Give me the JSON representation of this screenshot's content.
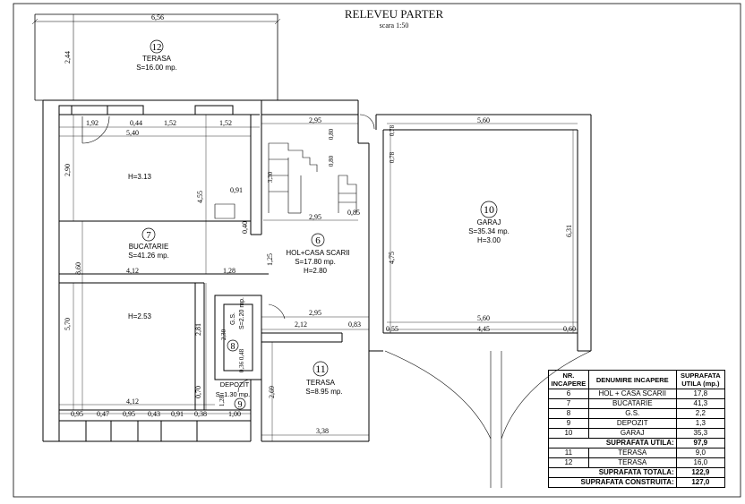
{
  "title": "RELEVEU PARTER",
  "subtitle": "scara 1:50",
  "rooms": [
    {
      "number": "12",
      "name": "TERASA",
      "area": "S=16.00 mp."
    },
    {
      "number": "7",
      "name": "BUCATARIE",
      "area": "S=41.26 mp."
    },
    {
      "number": "6",
      "name": "HOL+CASA SCARII",
      "area": "S=17.80 mp.",
      "height": "H=2.80"
    },
    {
      "number": "10",
      "name": "GARAJ",
      "area": "S=35.34 mp.",
      "height": "H=3.00"
    },
    {
      "number": "11",
      "name": "TERASA",
      "area": "S=8.95 mp."
    },
    {
      "number": "8",
      "name": "G.S.",
      "area": "S=2.20 mp."
    },
    {
      "number": "9",
      "name": "DEPOZIT",
      "area": "S=1.30 mp."
    }
  ],
  "heights": {
    "upper": "H=3.13",
    "lower": "H=2.53"
  },
  "dimensions": {
    "d656": "6,56",
    "d244": "2,44",
    "d192": "1,92",
    "d044": "0,44",
    "d152a": "1,52",
    "d152b": "1,52",
    "d540": "5,40",
    "d290": "2,90",
    "d455": "4,55",
    "d091": "0,91",
    "d040": "0,40",
    "d860": "8,60",
    "d412a": "4,12",
    "d128": "1,28",
    "d570": "5,70",
    "d281": "2,81",
    "d412b": "4,12",
    "d070": "0,70",
    "d095a": "0,95",
    "d047": "0,47",
    "d095b": "0,95",
    "d043": "0,43",
    "d091b": "0,91",
    "d038": "0,38",
    "d100": "1,00",
    "d128b": "1,28",
    "d036": "0,36",
    "d048": "0,48",
    "d230": "2,30",
    "d295a": "2,95",
    "d080a": "0,80",
    "d080b": "0,80",
    "d330": "3,30",
    "d295b": "2,95",
    "d085": "0,85",
    "d125": "1,25",
    "d295c": "2,95",
    "d212": "2,12",
    "d083": "0,83",
    "d269": "2,69",
    "d338": "3,38",
    "d078a": "0,78",
    "d078b": "0,78",
    "d560a": "5,60",
    "d475": "4,75",
    "d631": "6,31",
    "d560b": "5,60",
    "d055": "0,55",
    "d445": "4,45",
    "d060": "0,60"
  },
  "legend": {
    "headers": [
      "NR. INCAPERE",
      "DENUMIRE INCAPERE",
      "SUPRAFATA UTILA (mp.)"
    ],
    "rows": [
      {
        "nr": "6",
        "name": "HOL + CASA SCARII",
        "area": "17,8"
      },
      {
        "nr": "7",
        "name": "BUCATARIE",
        "area": "41,3"
      },
      {
        "nr": "8",
        "name": "G.S.",
        "area": "2,2"
      },
      {
        "nr": "9",
        "name": "DEPOZIT",
        "area": "1,3"
      },
      {
        "nr": "10",
        "name": "GARAJ",
        "area": "35,3"
      }
    ],
    "sum_useful_label": "SUPRAFATA UTILA:",
    "sum_useful": "97,9",
    "terrace_rows": [
      {
        "nr": "11",
        "name": "TERASA",
        "area": "9,0"
      },
      {
        "nr": "12",
        "name": "TERASA",
        "area": "16,0"
      }
    ],
    "sum_total_label": "SUPRAFATA TOTALA:",
    "sum_total": "122,9",
    "sum_built_label": "SUPRAFATA CONSTRUITA:",
    "sum_built": "127,0"
  }
}
